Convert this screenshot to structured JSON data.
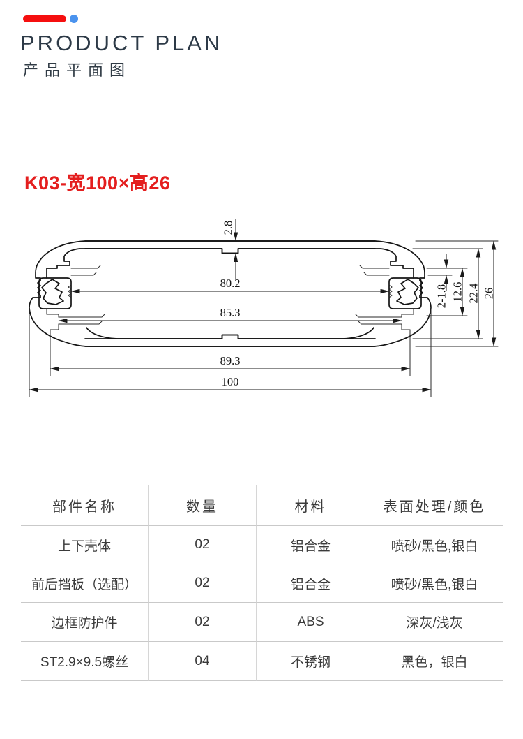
{
  "header": {
    "title_en": "PRODUCT PLAN",
    "title_zh": "产品平面图",
    "accent_bar_color": "#f50f0f",
    "accent_dot_color": "#4a93ee"
  },
  "model": {
    "title": "K03-宽100×高26",
    "color": "#e41e1e"
  },
  "drawing": {
    "line_color": "#151515",
    "dims": {
      "wall_thickness": "2.8",
      "inner_width_1": "80.2",
      "inner_width_2": "85.3",
      "inner_width_3": "89.3",
      "overall_width": "100",
      "slot": "2-1.8",
      "boss_height": "12.6",
      "inner_height": "22.4",
      "overall_height": "26"
    }
  },
  "table": {
    "headers": [
      "部件名称",
      "数量",
      "材料",
      "表面处理/颜色"
    ],
    "rows": [
      [
        "上下壳体",
        "02",
        "铝合金",
        "喷砂/黑色,银白"
      ],
      [
        "前后挡板（选配）",
        "02",
        "铝合金",
        "喷砂/黑色,银白"
      ],
      [
        "边框防护件",
        "02",
        "ABS",
        "深灰/浅灰"
      ],
      [
        "ST2.9×9.5螺丝",
        "04",
        "不锈钢",
        "黑色，银白"
      ]
    ]
  }
}
